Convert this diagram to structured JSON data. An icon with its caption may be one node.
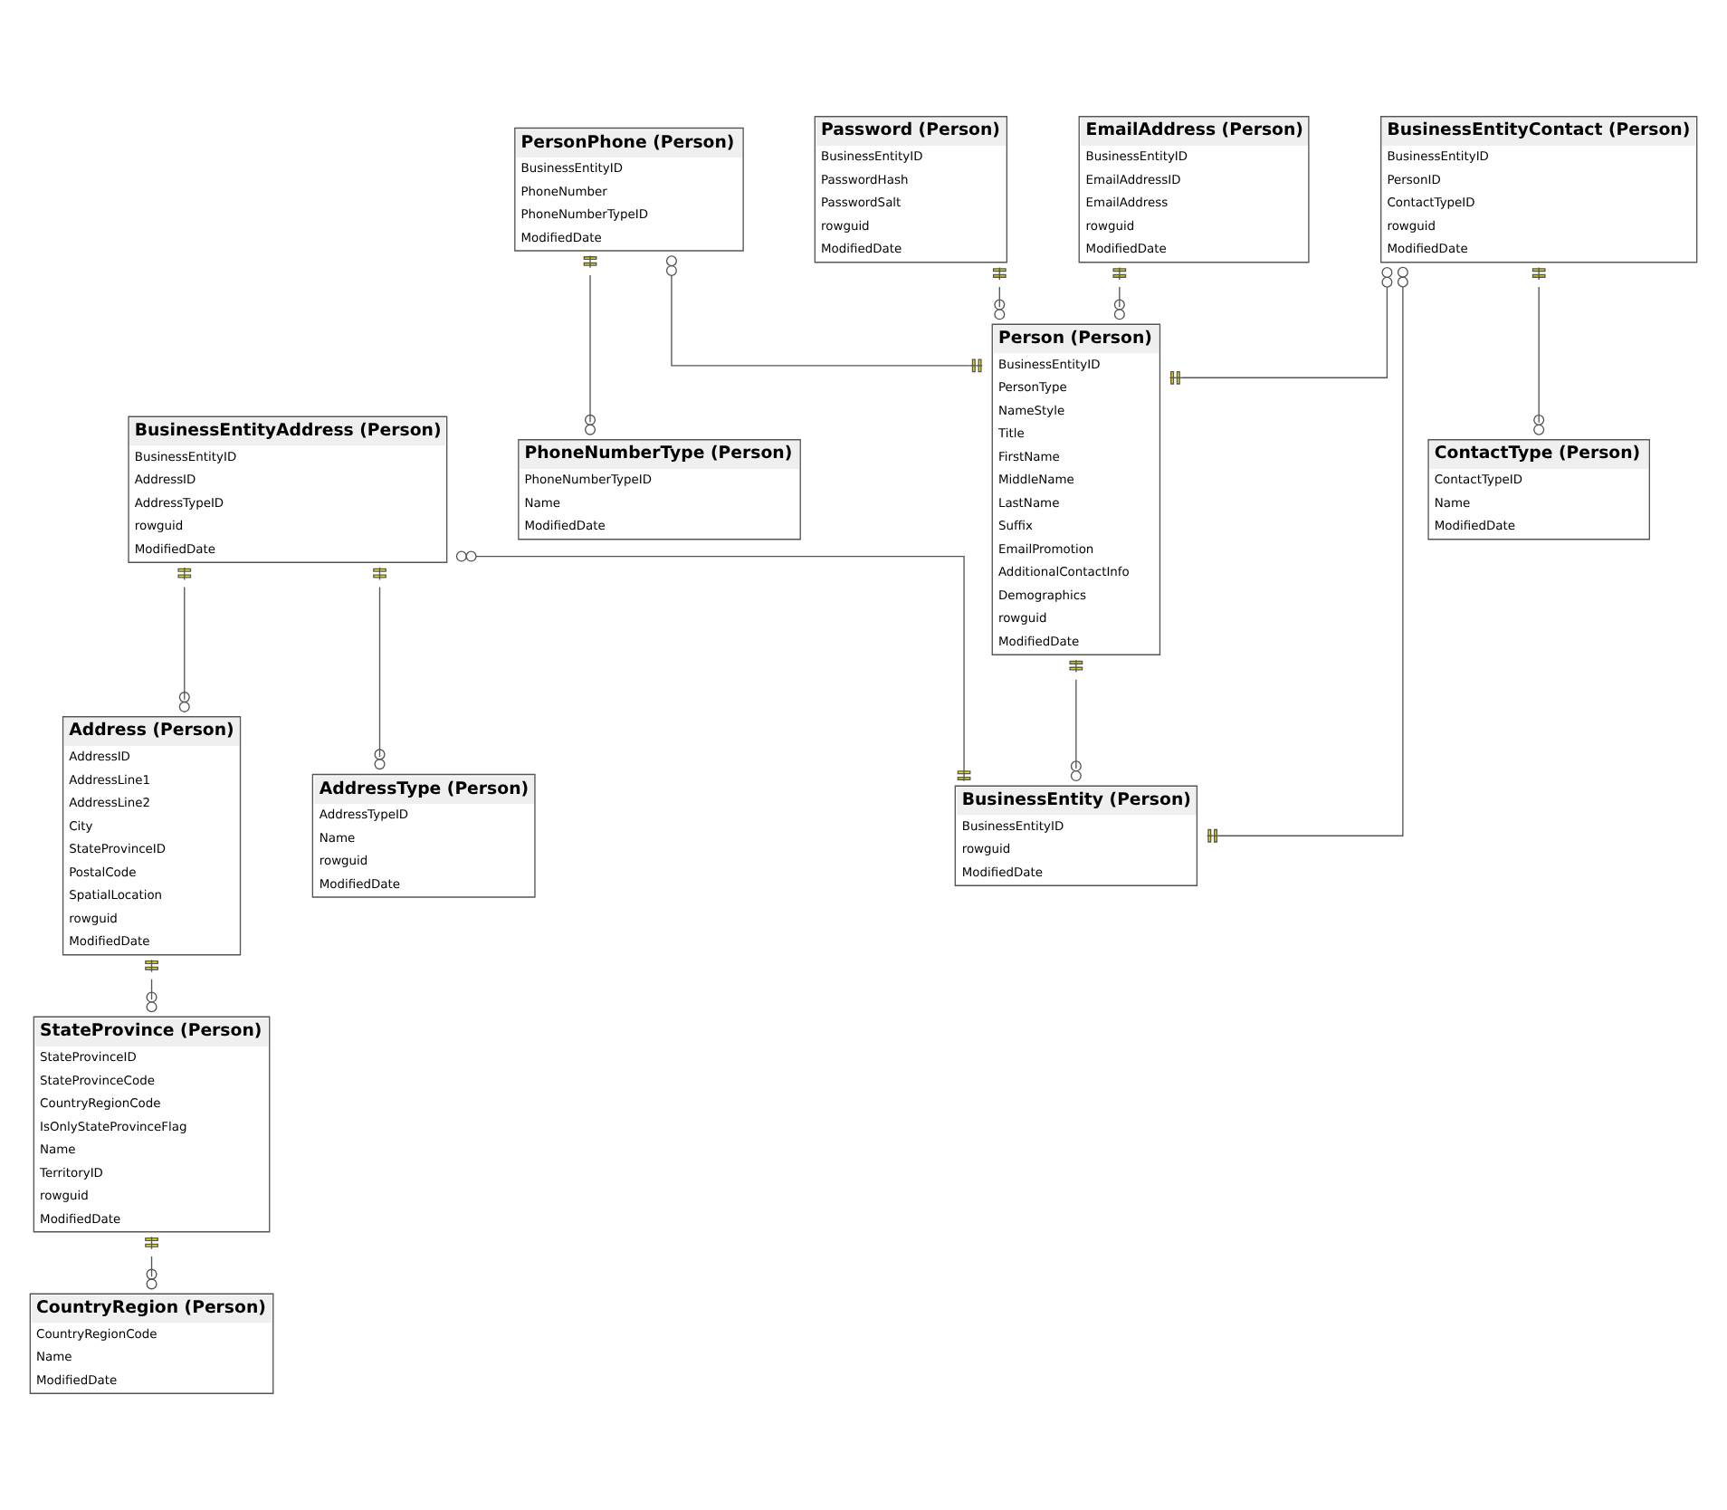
{
  "diagram": {
    "nodes": [
      {
        "text": [
          "Address (Person)",
          "AddressID",
          "AddressLine1",
          "AddressLine2",
          "City",
          "StateProvinceID",
          "PostalCode",
          "SpatialLocation",
          "rowguid",
          "ModifiedDate"
        ]
      },
      {
        "text": [
          "StateProvince (Person)",
          "StateProvinceID",
          "StateProvinceCode",
          "CountryRegionCode",
          "IsOnlyStateProvinceFlag",
          "Name",
          "TerritoryID",
          "rowguid",
          "ModifiedDate"
        ]
      },
      {
        "text": [
          "PhoneNumberType (Person)",
          "PhoneNumberTypeID",
          "Name",
          "ModifiedDate"
        ]
      },
      {
        "text": [
          "PersonPhone (Person)",
          "BusinessEntityID",
          "PhoneNumber",
          "PhoneNumberTypeID",
          "ModifiedDate"
        ]
      },
      {
        "text": [
          "CountryRegion (Person)",
          "CountryRegionCode",
          "Name",
          "ModifiedDate"
        ]
      },
      {
        "text": [
          "BusinessEntityAddress (Person)",
          "BusinessEntityID",
          "AddressID",
          "AddressTypeID",
          "rowguid",
          "ModifiedDate"
        ]
      },
      {
        "text": [
          "BusinessEntity (Person)",
          "BusinessEntityID",
          "rowguid",
          "ModifiedDate"
        ]
      },
      {
        "text": [
          "Person (Person)",
          "BusinessEntityID",
          "PersonType",
          "NameStyle",
          "Title",
          "FirstName",
          "MiddleName",
          "LastName",
          "Suffix",
          "EmailPromotion",
          "AdditionalContactInfo",
          "Demographics",
          "rowguid",
          "ModifiedDate"
        ]
      },
      {
        "text": [
          "Password (Person)",
          "BusinessEntityID",
          "PasswordHash",
          "PasswordSalt",
          "rowguid",
          "ModifiedDate"
        ]
      },
      {
        "text": [
          "AddressType (Person)",
          "AddressTypeID",
          "Name",
          "rowguid",
          "ModifiedDate"
        ]
      },
      {
        "text": [
          "BusinessEntityContact (Person)",
          "BusinessEntityID",
          "PersonID",
          "ContactTypeID",
          "rowguid",
          "ModifiedDate"
        ]
      },
      {
        "text": [
          "EmailAddress (Person)",
          "BusinessEntityID",
          "EmailAddressID",
          "EmailAddress",
          "rowguid",
          "ModifiedDate"
        ]
      },
      {
        "text": [
          "ContactType (Person)",
          "ContactTypeID",
          "Name",
          "ModifiedDate"
        ]
      }
    ],
    "edges": [
      {
        "from": 0,
        "to": 1,
        "arrow": "other"
      },
      {
        "from": 1,
        "to": 4,
        "arrow": "other"
      },
      {
        "from": 3,
        "to": 2,
        "arrow": "other"
      },
      {
        "from": 3,
        "to": 7,
        "arrow": "other"
      },
      {
        "from": 5,
        "to": 0,
        "arrow": "other"
      },
      {
        "from": 5,
        "to": 6,
        "arrow": "other"
      },
      {
        "from": 7,
        "to": 6,
        "arrow": "other"
      },
      {
        "from": 8,
        "to": 7,
        "arrow": "other"
      },
      {
        "from": 5,
        "to": 9,
        "arrow": "other"
      },
      {
        "from": 10,
        "to": 6,
        "arrow": "other"
      },
      {
        "from": 10,
        "to": 7,
        "arrow": "other"
      },
      {
        "from": 11,
        "to": 7,
        "arrow": "other"
      },
      {
        "from": 10,
        "to": 12,
        "arrow": "other"
      }
    ]
  }
}
